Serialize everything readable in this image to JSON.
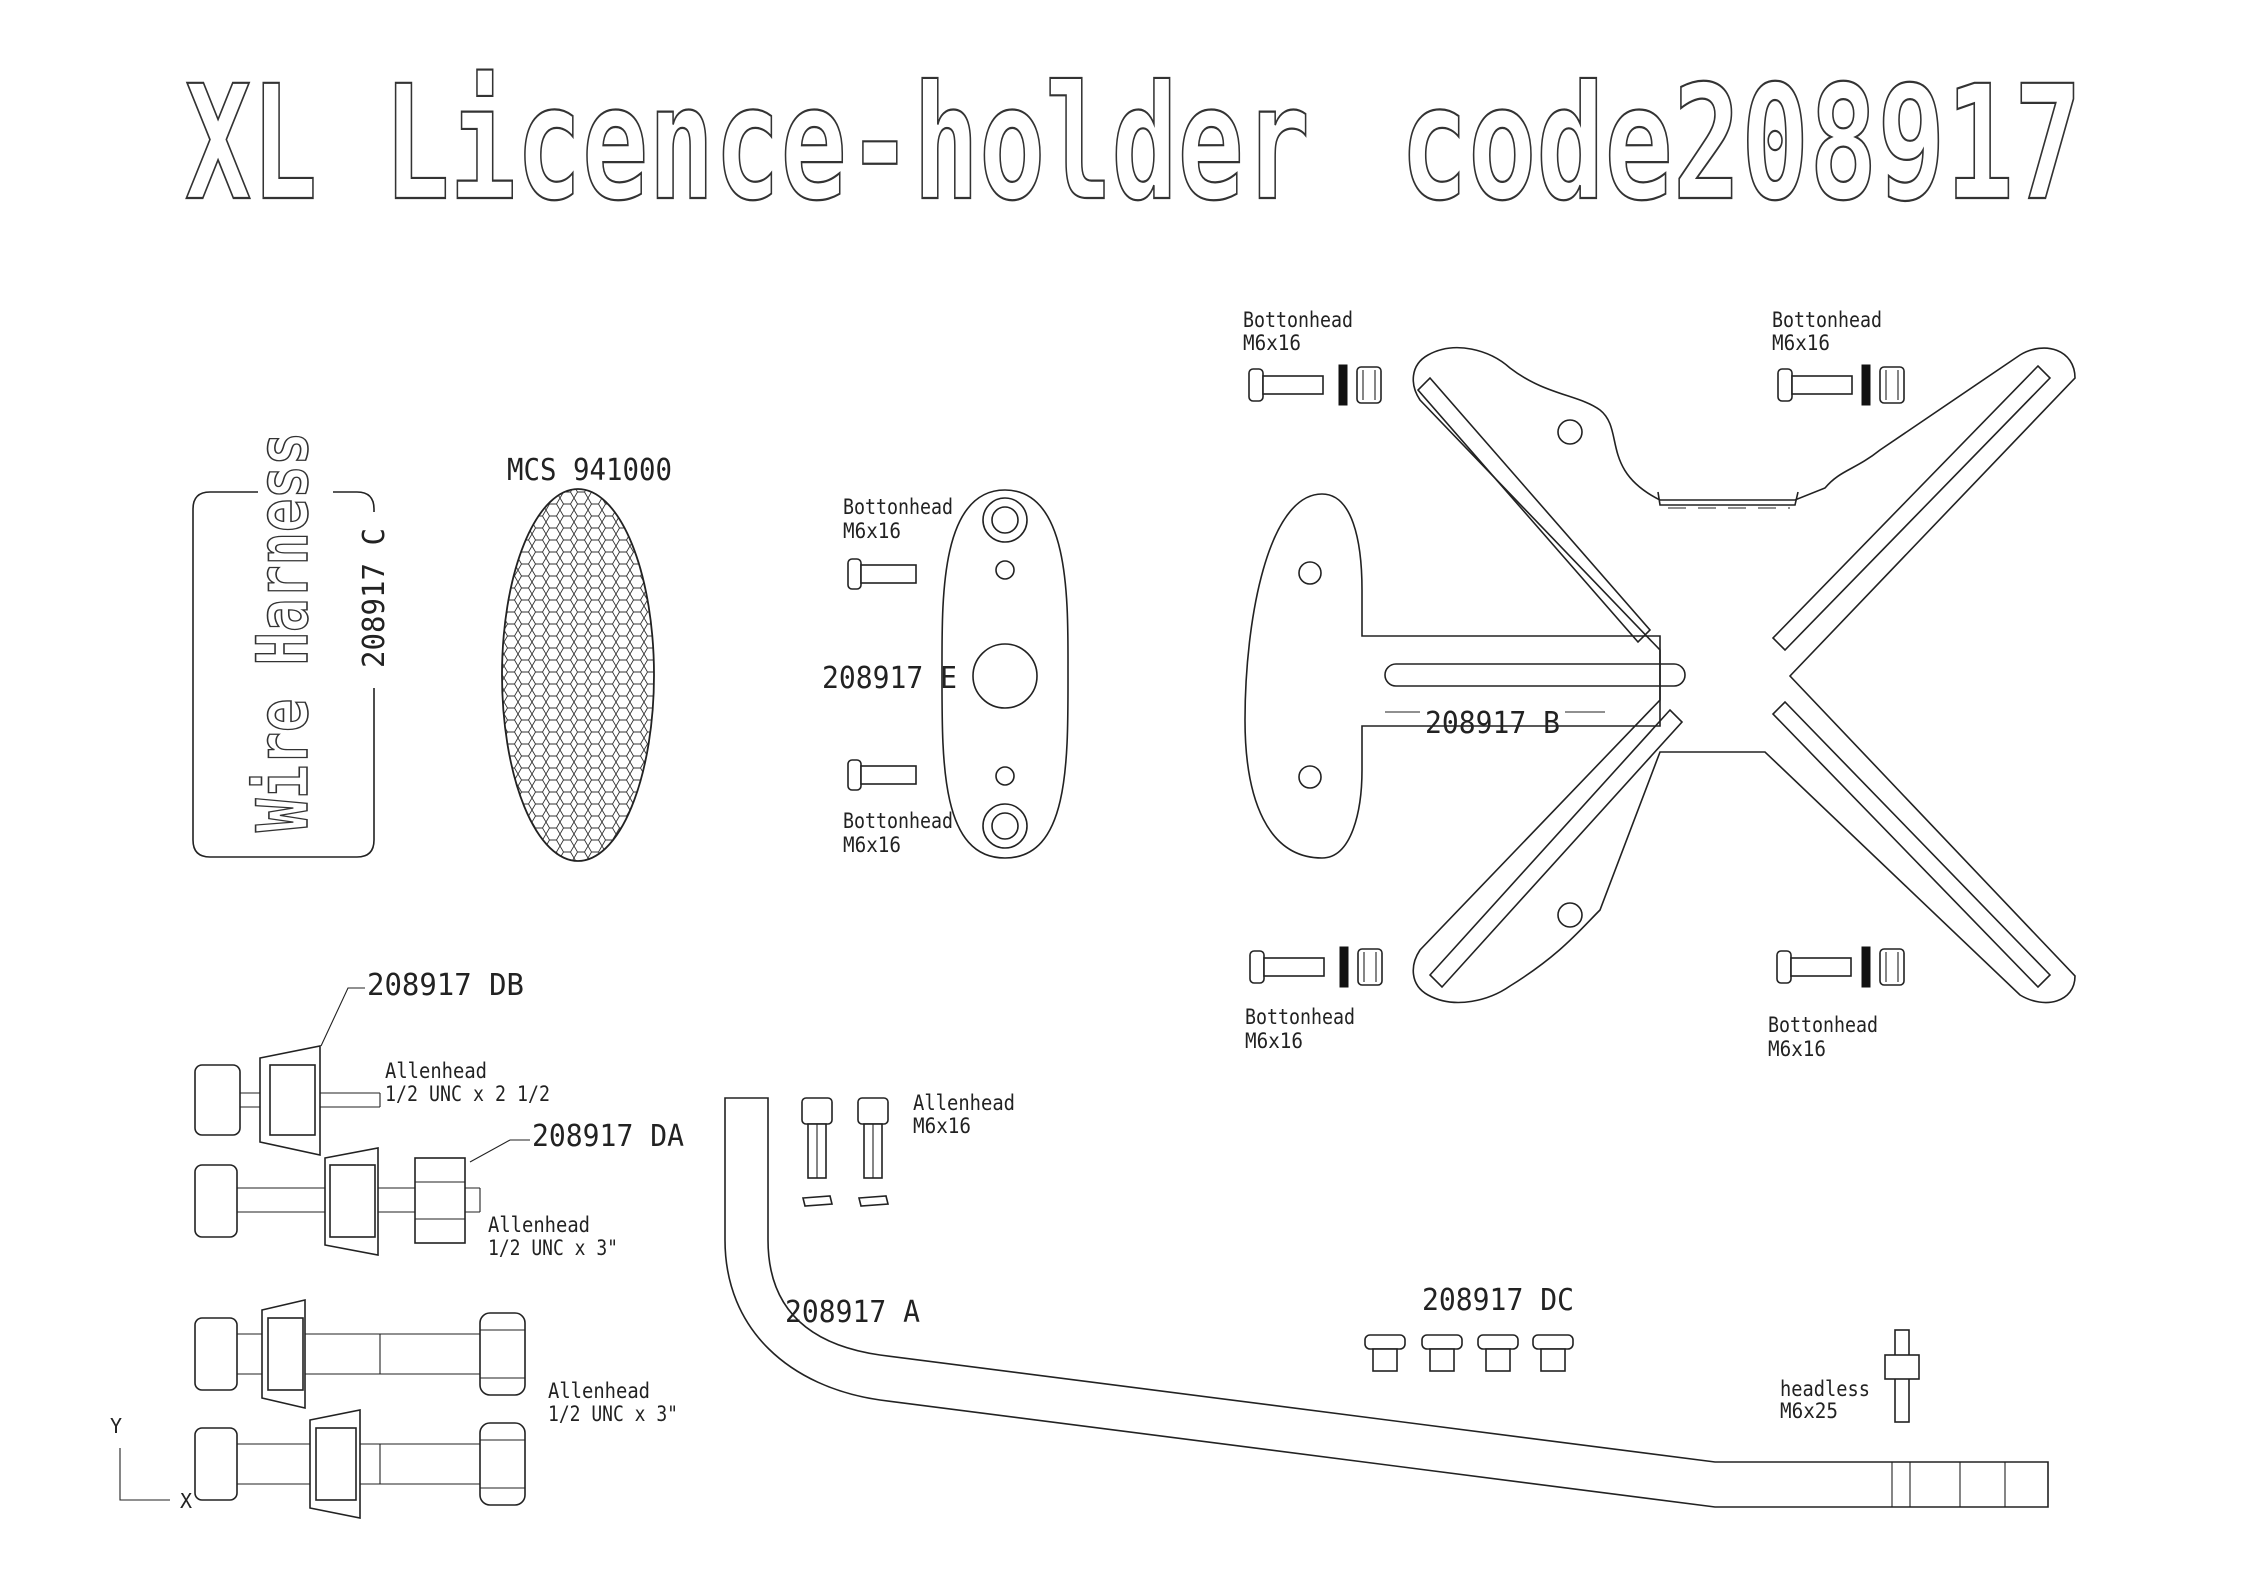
{
  "title": {
    "main": "XL Licence-holder",
    "code": "code208917"
  },
  "parts": {
    "wire_harness_label": "Wire Harness",
    "part_c": "208917 C",
    "mcs": "MCS 941000",
    "part_e": "208917 E",
    "part_b": "208917 B",
    "part_db": "208917 DB",
    "part_da": "208917 DA",
    "part_a": "208917 A",
    "part_dc": "208917 DC"
  },
  "fasteners": {
    "e_top": {
      "name": "Bottonhead",
      "size": "M6x16"
    },
    "e_bottom": {
      "name": "Bottonhead",
      "size": "M6x16"
    },
    "b_top_left": {
      "name": "Bottonhead",
      "size": "M6x16"
    },
    "b_top_right": {
      "name": "Bottonhead",
      "size": "M6x16"
    },
    "b_bottom_left": {
      "name": "Bottonhead",
      "size": "M6x16"
    },
    "b_bottom_right": {
      "name": "Bottonhead",
      "size": "M6x16"
    },
    "db_bolt": {
      "name": "Allenhead",
      "size": "1/2 UNC x 2 1/2"
    },
    "da_bolt": {
      "name": "Allenhead",
      "size": "1/2 UNC x 3\""
    },
    "pair_bolt": {
      "name": "Allenhead",
      "size": "1/2 UNC x 3\""
    },
    "allen_m6": {
      "name": "Allenhead",
      "size": "M6x16"
    },
    "headless": {
      "name": "headless",
      "size": "M6x25"
    }
  },
  "axes": {
    "y": "Y",
    "x": "X"
  }
}
